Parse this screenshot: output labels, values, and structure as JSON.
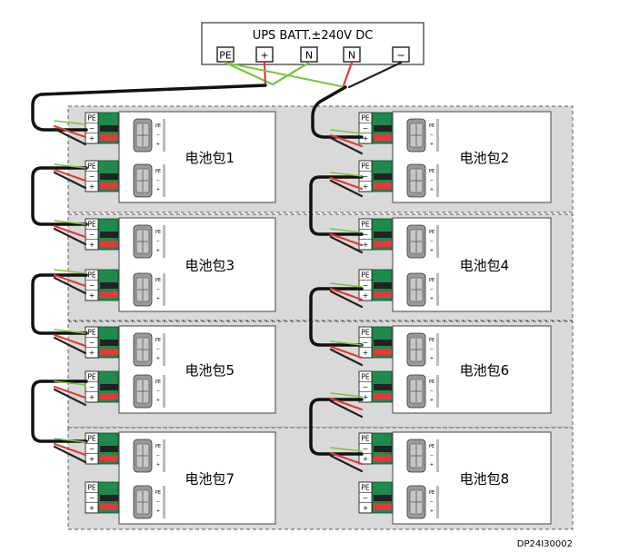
{
  "header": {
    "title": "UPS BATT.±240V DC",
    "terminals": [
      "PE",
      "+",
      "N",
      "N",
      "−"
    ]
  },
  "modules": [
    {
      "label": "电池包1"
    },
    {
      "label": "电池包2"
    },
    {
      "label": "电池包3"
    },
    {
      "label": "电池包4"
    },
    {
      "label": "电池包5"
    },
    {
      "label": "电池包6"
    },
    {
      "label": "电池包7"
    },
    {
      "label": "电池包8"
    }
  ],
  "connector": {
    "pins": [
      "PE",
      "−",
      "+"
    ],
    "socket_marks": [
      "PE",
      "−",
      "+"
    ]
  },
  "footer": {
    "code": "DP24I30002"
  },
  "colors": {
    "tray_fill": "#d9d9d9",
    "tray_border": "#5a5a5a",
    "wire_red": "#e03a3a",
    "wire_black": "#111111",
    "wire_green": "#7dc242",
    "connector_green": "#1f8a4c"
  }
}
